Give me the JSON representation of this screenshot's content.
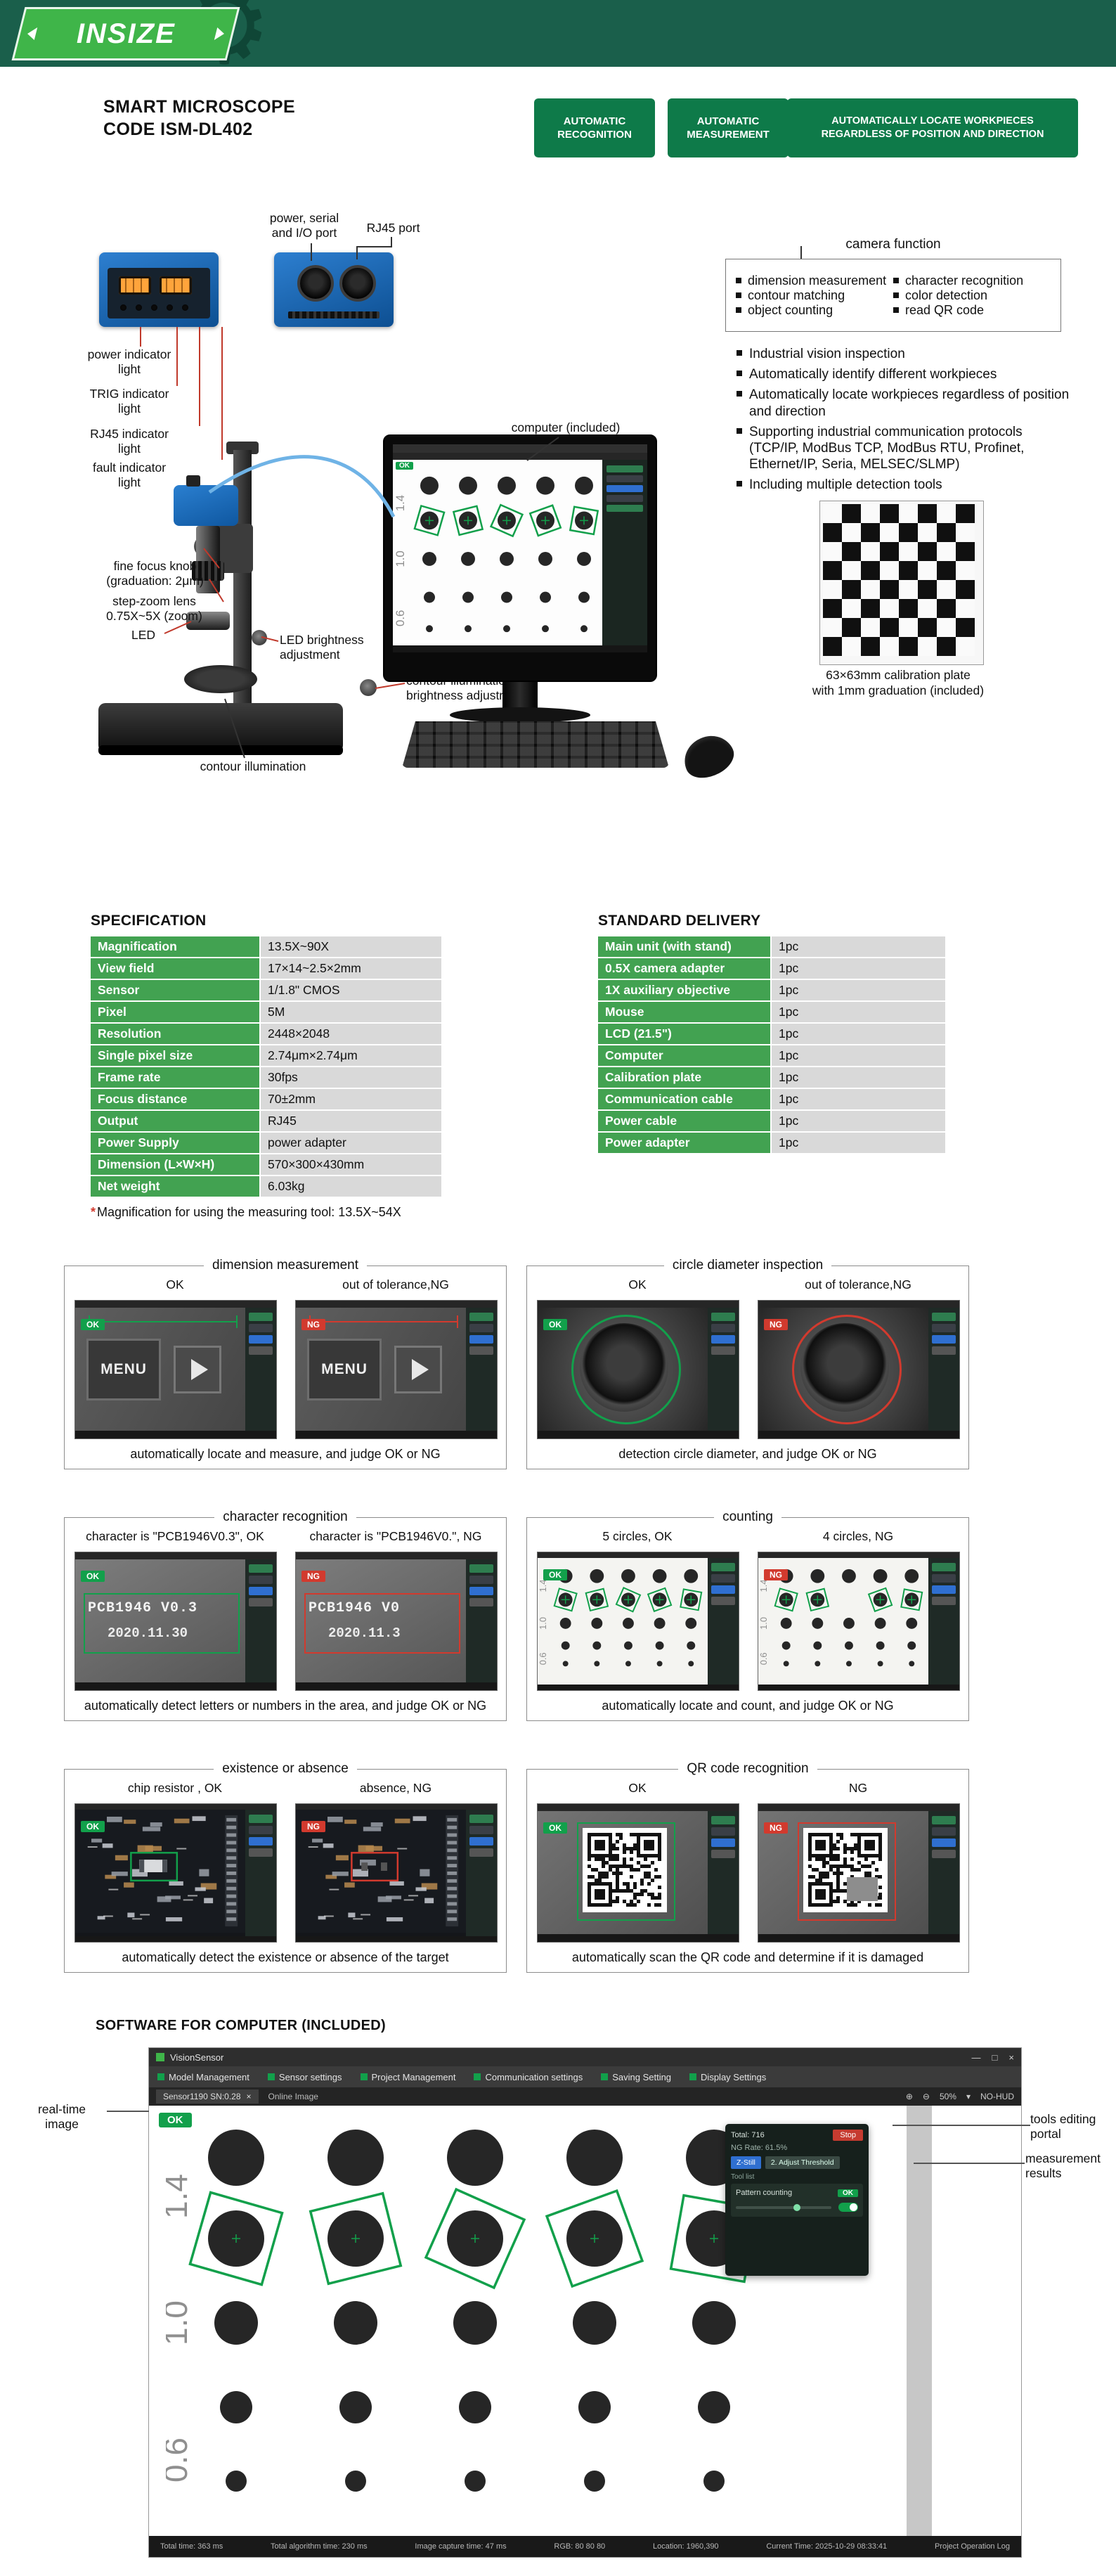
{
  "colors": {
    "brand": "#1a5f4b",
    "logo": "#3fb549",
    "badge": "#0e7a49",
    "table_green": "#42a251",
    "ok": "#12a04b",
    "ng": "#d23a2e",
    "blue": "#1769b5"
  },
  "icons": {
    "gear": "⚙"
  },
  "logo": {
    "text": "INSIZE"
  },
  "header": {
    "title_line1": "SMART MICROSCOPE",
    "title_line2": "CODE ISM-DL402",
    "badges": [
      "AUTOMATIC RECOGNITION",
      "AUTOMATIC MEASUREMENT",
      "AUTOMATICALLY LOCATE WORKPIECES REGARDLESS OF POSITION AND DIRECTION"
    ]
  },
  "callouts": {
    "power_serial_io": "power, serial and I/O port",
    "rj45_port": "RJ45 port",
    "power_light": "power indicator light",
    "trig_light": "TRIG indicator light",
    "rj45_light": "RJ45 indicator light",
    "fault_light": "fault indicator light",
    "computer": "computer (included)",
    "fine_focus": "fine focus knob (graduation: 2μm)",
    "zoom_lens": "step-zoom lens 0.75X~5X (zoom)",
    "led": "LED",
    "led_brightness": "LED brightness adjustment",
    "contour_brightness": "contour illumination brightness adjustment",
    "contour_illumination": "contour illumination",
    "calibration_line1": "63×63mm calibration plate",
    "calibration_line2": "with 1mm graduation (included)"
  },
  "camera_function": {
    "title": "camera function",
    "col1": [
      "dimension measurement",
      "contour matching",
      "object counting"
    ],
    "col2": [
      "character recognition",
      "color detection",
      "read QR code"
    ]
  },
  "features": [
    "Industrial vision inspection",
    "Automatically identify different workpieces",
    "Automatically locate workpieces regardless of position and direction",
    "Supporting industrial communication protocols (TCP/IP, ModBus TCP, ModBus RTU, Profinet, Ethernet/IP, Seria, MELSEC/SLMP)",
    "Including multiple detection tools"
  ],
  "specification": {
    "title": "SPECIFICATION",
    "rows": [
      {
        "label": "Magnification",
        "value": "13.5X~90X"
      },
      {
        "label": "View field",
        "value": "17×14~2.5×2mm"
      },
      {
        "label": "Sensor",
        "value": "1/1.8\" CMOS"
      },
      {
        "label": "Pixel",
        "value": "5M"
      },
      {
        "label": "Resolution",
        "value": "2448×2048"
      },
      {
        "label": "Single pixel size",
        "value": "2.74μm×2.74μm"
      },
      {
        "label": "Frame rate",
        "value": "30fps"
      },
      {
        "label": "Focus distance",
        "value": "70±2mm"
      },
      {
        "label": "Output",
        "value": "RJ45"
      },
      {
        "label": "Power Supply",
        "value": "power adapter"
      },
      {
        "label": "Dimension (L×W×H)",
        "value": "570×300×430mm"
      },
      {
        "label": "Net weight",
        "value": "6.03kg"
      }
    ],
    "footnote_mark": "*",
    "footnote": "Magnification for using the measuring tool:  13.5X~54X"
  },
  "standard_delivery": {
    "title": "STANDARD DELIVERY",
    "rows": [
      {
        "label": "Main unit (with stand)",
        "value": "1pc"
      },
      {
        "label": "0.5X camera adapter",
        "value": "1pc"
      },
      {
        "label": "1X auxiliary objective",
        "value": "1pc"
      },
      {
        "label": "Mouse",
        "value": "1pc"
      },
      {
        "label": "LCD (21.5\")",
        "value": "1pc"
      },
      {
        "label": "Computer",
        "value": "1pc"
      },
      {
        "label": "Calibration plate",
        "value": "1pc"
      },
      {
        "label": "Communication cable",
        "value": "1pc"
      },
      {
        "label": "Power cable",
        "value": "1pc"
      },
      {
        "label": "Power adapter",
        "value": "1pc"
      }
    ]
  },
  "demos": {
    "badge_ok": "OK",
    "badge_ng": "NG",
    "dimension": {
      "title": "dimension measurement",
      "left_label": "OK",
      "right_label": "out of tolerance,NG",
      "caption": "automatically locate and measure, and judge OK or NG",
      "menu_text": "MENU"
    },
    "circle": {
      "title": "circle diameter inspection",
      "left_label": "OK",
      "right_label": "out of tolerance,NG",
      "caption": "detection circle diameter, and judge OK or NG"
    },
    "character": {
      "title": "character recognition",
      "left_label": "character is \"PCB1946V0.3\", OK",
      "right_label": "character is \"PCB1946V0.\", NG",
      "caption": "automatically detect letters or numbers in the area, and judge OK or NG",
      "ok_line1": "PCB1946  V0.3",
      "ok_line2": "2020.11.30",
      "ng_line1": "PCB1946  V0",
      "ng_line2": "2020.11.3"
    },
    "counting": {
      "title": "counting",
      "left_label": "5 circles, OK",
      "right_label": "4 circles, NG",
      "caption": "automatically locate and count, and judge OK or NG"
    },
    "existence": {
      "title": "existence or absence",
      "left_label": "chip resistor , OK",
      "right_label": "absence, NG",
      "caption": "automatically detect the existence or absence of the target"
    },
    "qr": {
      "title": "QR code recognition",
      "left_label": "OK",
      "right_label": "NG",
      "caption": "automatically scan the QR code and determine if it is damaged"
    }
  },
  "software": {
    "section_title": "SOFTWARE FOR COMPUTER (INCLUDED)",
    "window_title": "VisionSensor",
    "window_controls": {
      "min": "—",
      "max": "□",
      "close": "×"
    },
    "menu": [
      "Model Management",
      "Sensor settings",
      "Project Management",
      "Communication settings",
      "Saving Setting",
      "Display Settings"
    ],
    "tab_label": "Sensor1190 SN:0.28",
    "tab_close": "×",
    "view_label": "Online Image",
    "zoom_in": "⊕",
    "zoom_out": "⊖",
    "zoom_value": "50%",
    "zoom_caret": "▾",
    "hud_label": "NO-HUD",
    "ok_badge": "OK",
    "row_labels": [
      "1.4",
      "1.0",
      "0.6"
    ],
    "panel": {
      "stat_total": "Total: 716",
      "stat_ng": "NG Rate: 61.5%",
      "stop_button": "Stop",
      "button1": "Z-Still",
      "button2": "2. Adjust Threshold",
      "list_label": "Tool list",
      "tool_name": "Pattern counting",
      "tool_badge": "OK"
    },
    "status_bar": [
      "Total time: 363 ms",
      "Total algorithm time: 230 ms",
      "Image capture time: 47 ms",
      "RGB: 80 80 80",
      "Location: 1960,390",
      "Current Time: 2025-10-29 08:33:41",
      "Project Operation Log"
    ],
    "labels": {
      "realtime": "real-time image",
      "tools": "tools editing portal",
      "results": "measurement results"
    }
  }
}
